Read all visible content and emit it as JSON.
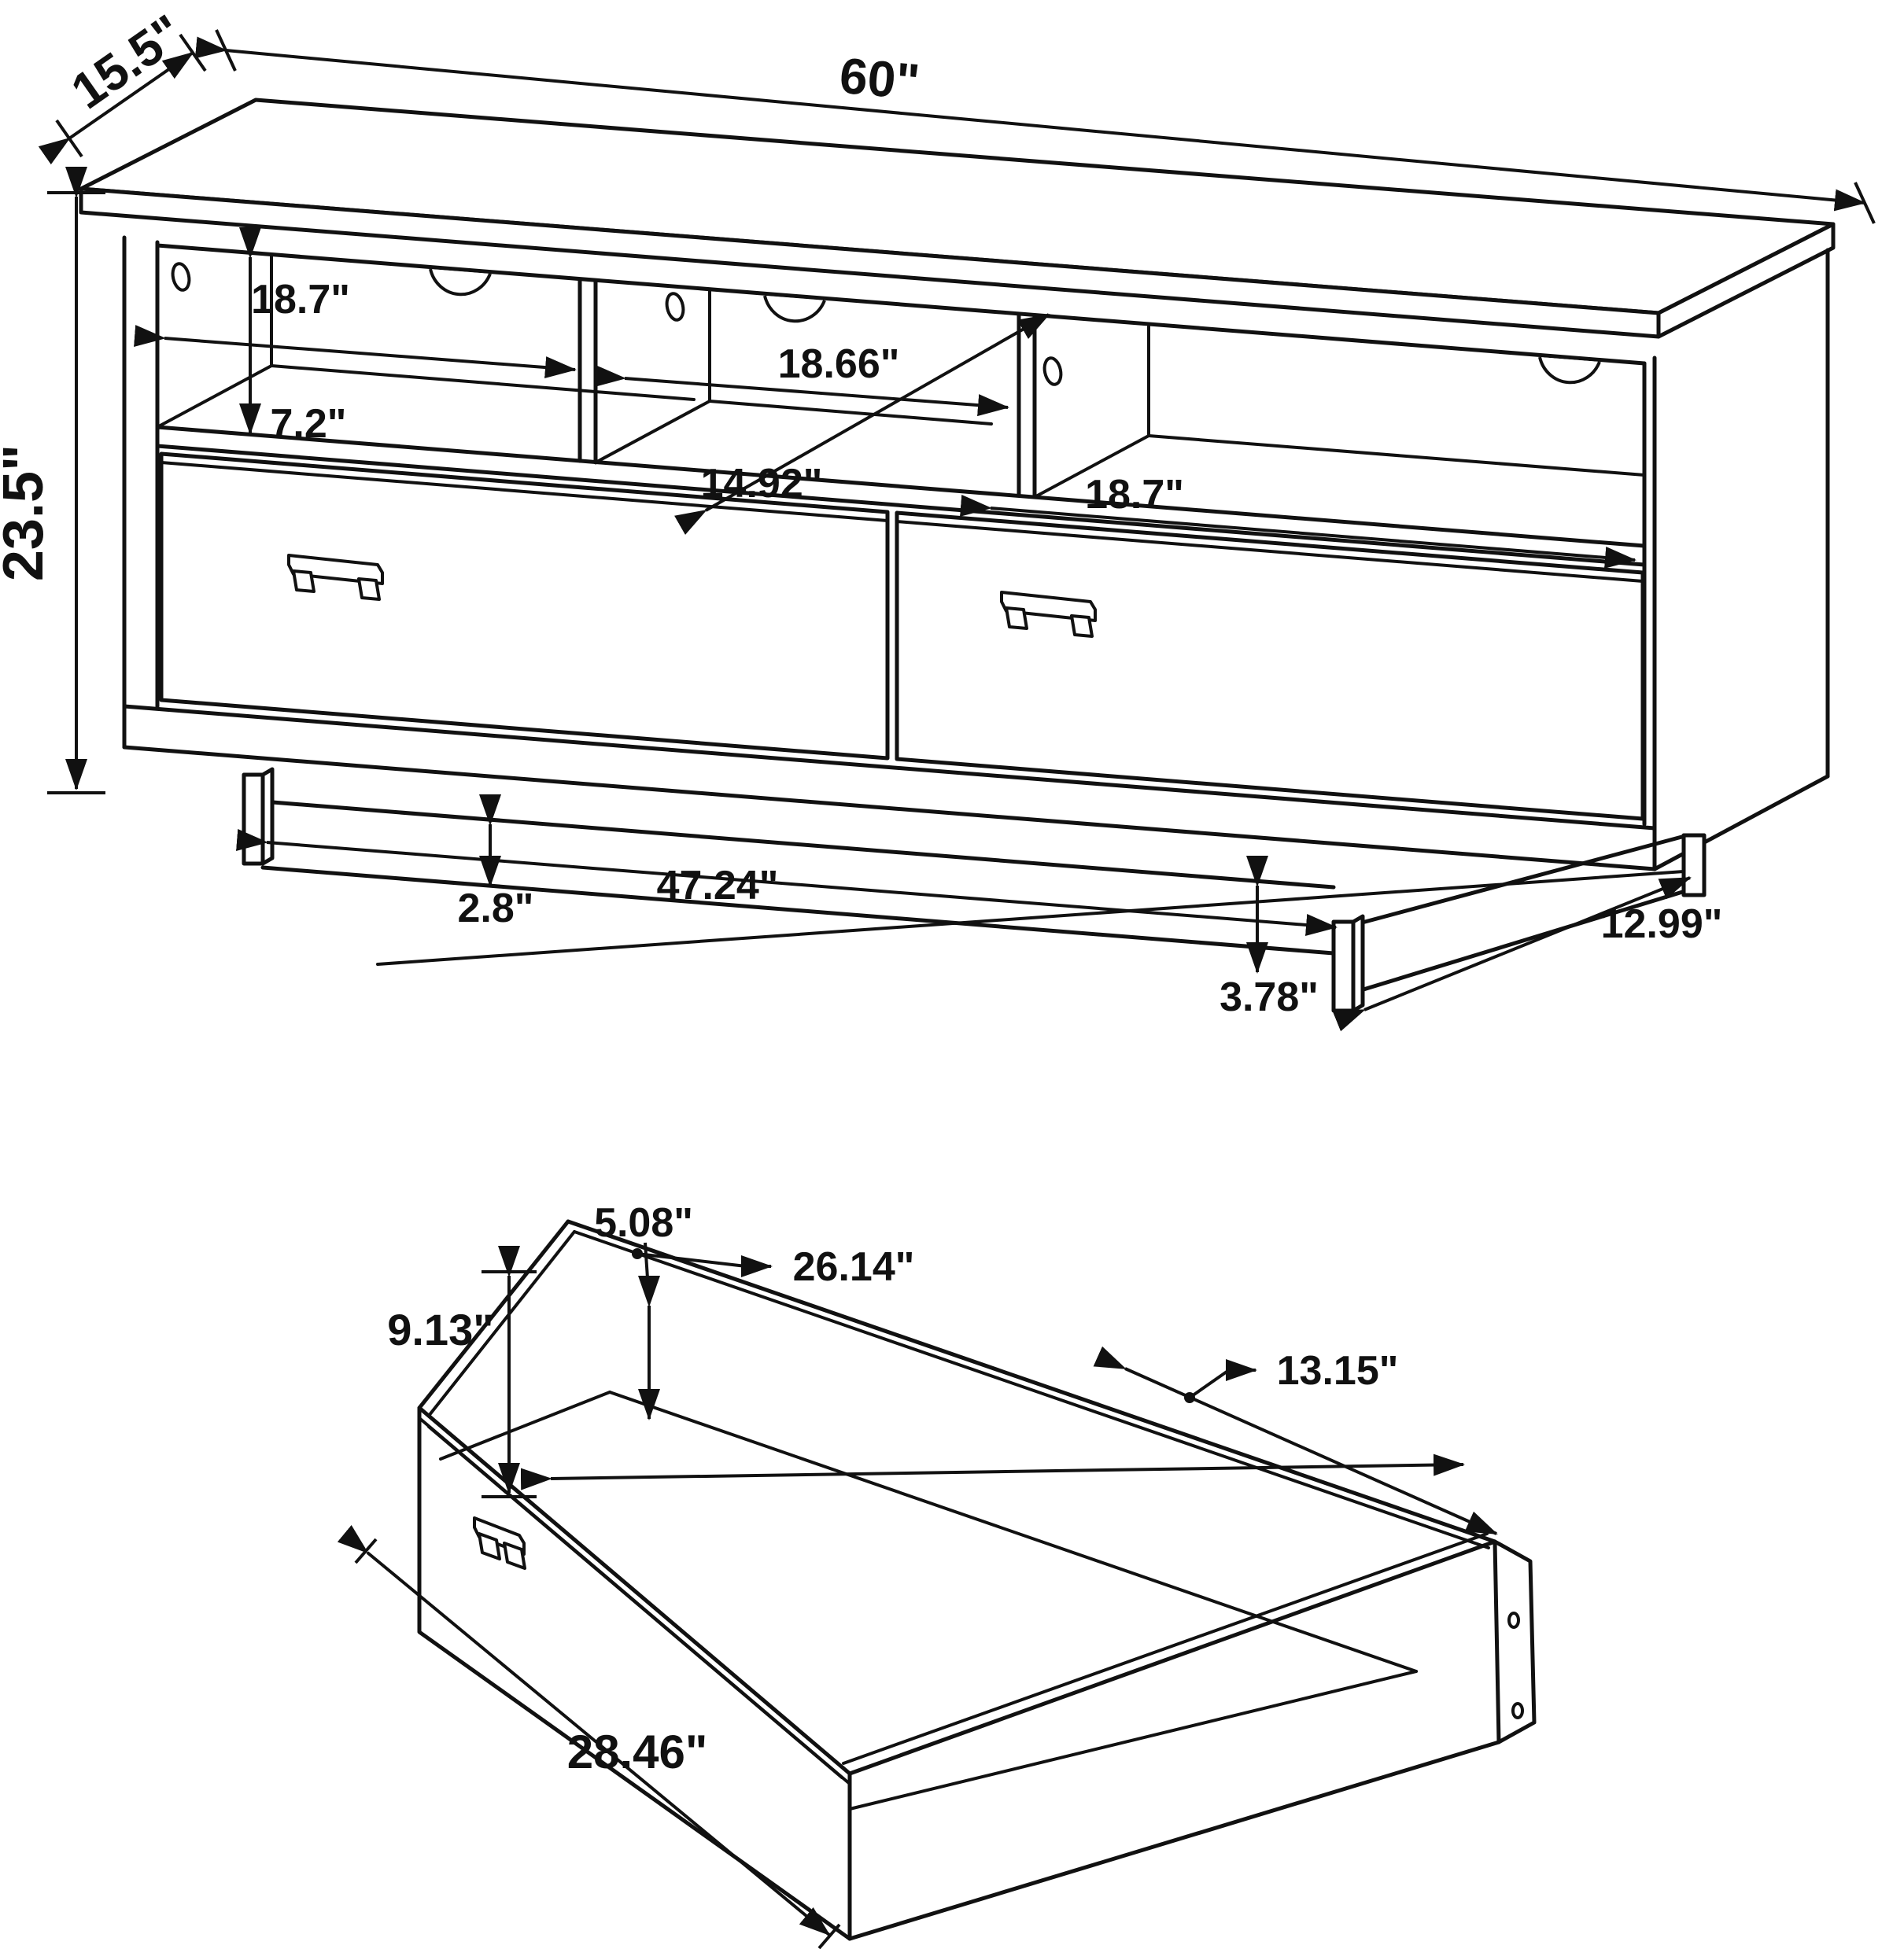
{
  "colors": {
    "line": "#111111",
    "background": "#ffffff"
  },
  "top_view": {
    "overall_width": "60\"",
    "overall_depth": "15.5\"",
    "overall_height": "23.5\"",
    "cubby1_width": "18.7\"",
    "cubby1_height": "7.2\"",
    "cubby2_width": "18.66\"",
    "cubby2_depth": "14.92\"",
    "cubby3_width": "18.7\"",
    "base_clearance": "2.8\"",
    "base_rail_length": "47.24\"",
    "leg_height": "3.78\"",
    "base_side_depth": "12.99\""
  },
  "drawer_view": {
    "back_panel_height": "5.08\"",
    "inner_length": "26.14\"",
    "front_panel_height": "9.13\"",
    "inner_depth": "13.15\"",
    "front_width": "28.46\""
  }
}
